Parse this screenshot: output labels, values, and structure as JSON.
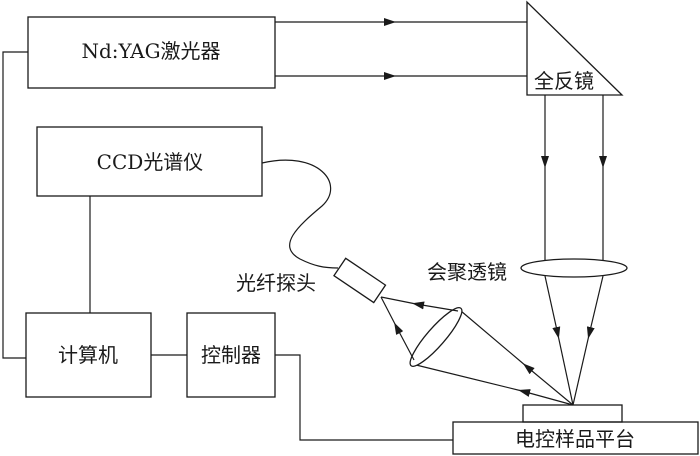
{
  "laser": {
    "label": "Nd:YAG激光器"
  },
  "mirror": {
    "label": "全反镜"
  },
  "spectrometer": {
    "label": "CCD光谱仪"
  },
  "fiber_probe": {
    "label": "光纤探头"
  },
  "focus_lens": {
    "label": "会聚透镜"
  },
  "computer": {
    "label": "计算机"
  },
  "controller": {
    "label": "控制器"
  },
  "stage": {
    "label": "电控样品平台"
  },
  "colors": {
    "ink": "#1a1a1a",
    "paper": "#ffffff"
  }
}
